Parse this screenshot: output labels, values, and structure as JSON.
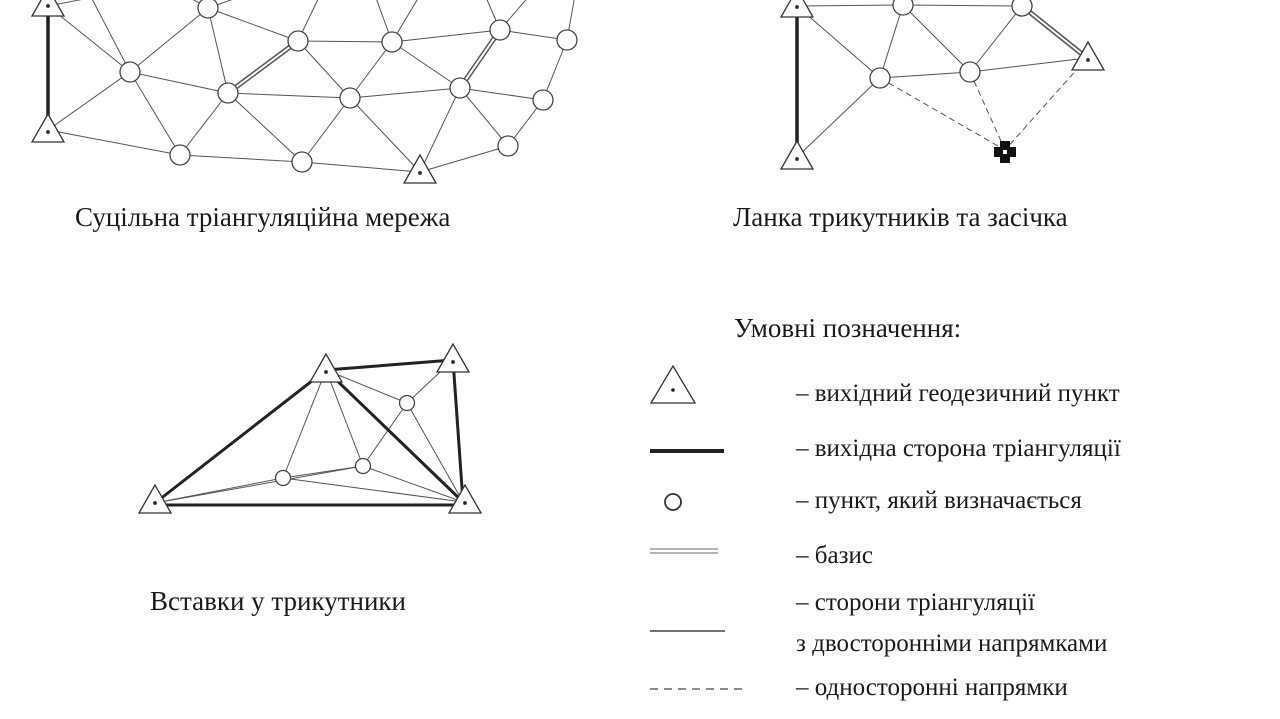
{
  "diagrams": {
    "continuous_network": {
      "caption": "Суцільна тріангуляційна мережа"
    },
    "chain_with_intersection": {
      "caption": "Ланка трикутників та засічка"
    },
    "inserts": {
      "caption": "Вставки у трикутники"
    }
  },
  "legend": {
    "title": "Умовні позначення:",
    "items": [
      {
        "symbol": "triangle-point-icon",
        "text": "– вихідний геодезичний пункт"
      },
      {
        "symbol": "thick-line-icon",
        "text": "– вихідна сторона тріангуляції"
      },
      {
        "symbol": "circle-point-icon",
        "text": "– пункт, який визначається"
      },
      {
        "symbol": "double-line-icon",
        "text": "– базис"
      },
      {
        "symbol": "thin-line-icon",
        "text": "– сторони тріангуляції",
        "text2": "з двосторонніми напрямками"
      },
      {
        "symbol": "dashed-line-icon",
        "text": "– односторонні напрямки"
      }
    ]
  }
}
